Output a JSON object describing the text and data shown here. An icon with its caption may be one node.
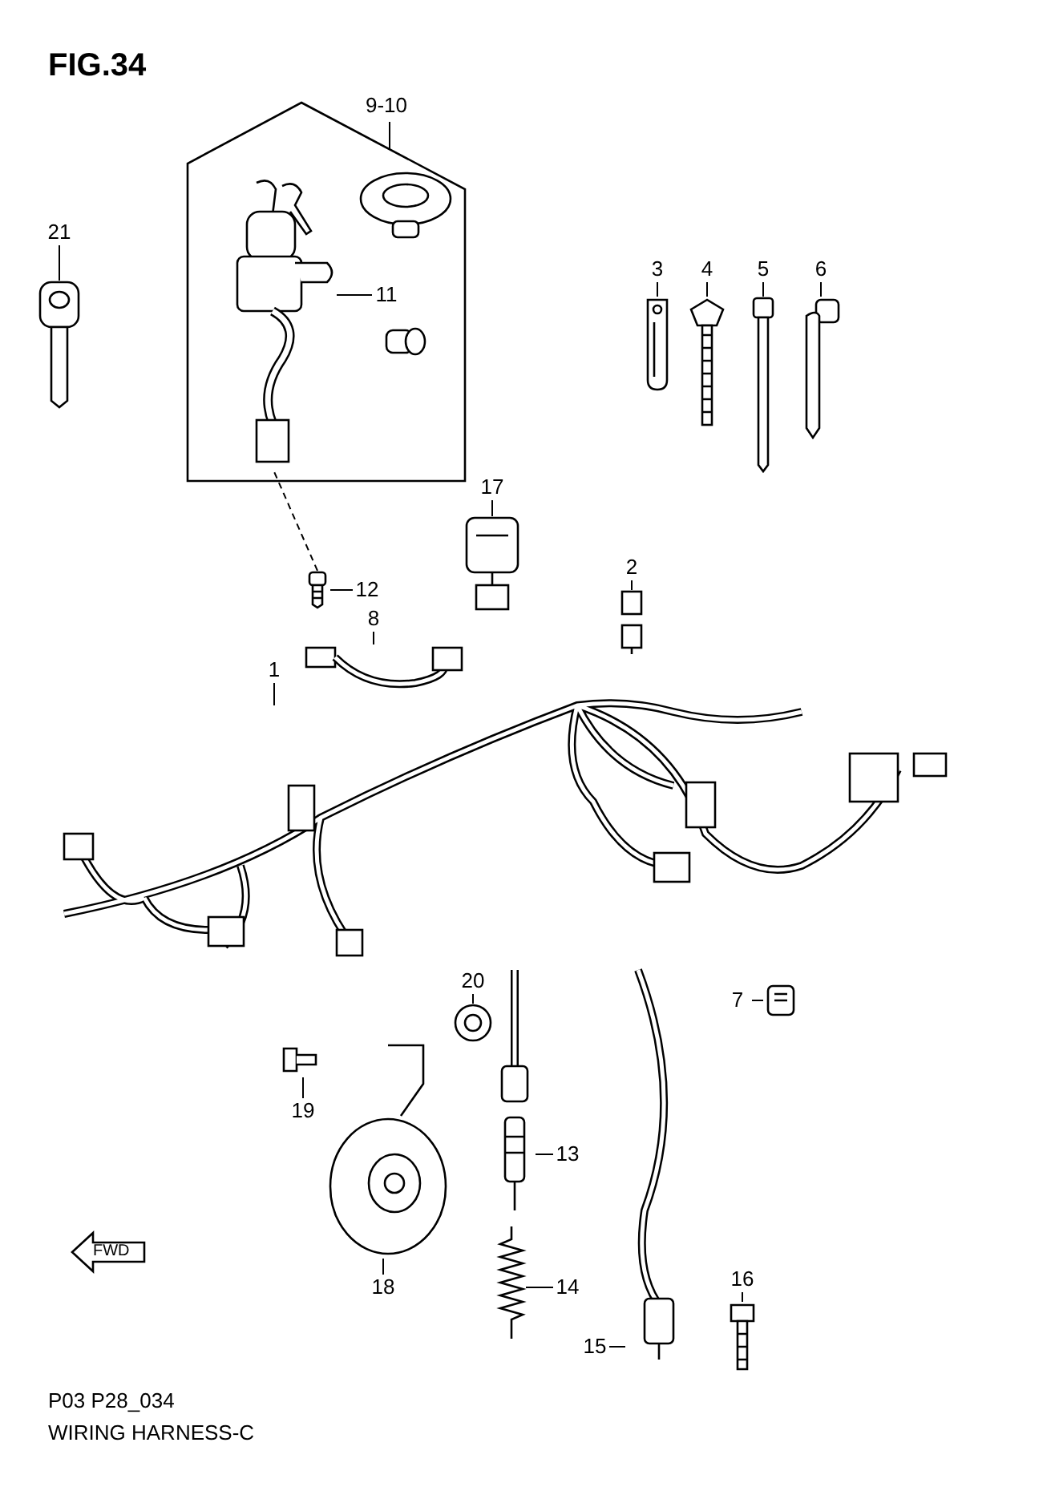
{
  "diagram": {
    "title": "FIG.34",
    "nodes": [
      {
        "text": [
          "9-10"
        ]
      },
      {
        "text": [],
        "shape": "box"
      },
      {
        "text": [
          "11"
        ],
        "in": 1
      },
      {
        "text": [],
        "shape": "picture",
        "in": 1
      },
      {
        "text": [
          "21"
        ]
      },
      {
        "text": [],
        "shape": "picture"
      },
      {
        "text": [
          "3"
        ]
      },
      {
        "text": [],
        "shape": "picture"
      },
      {
        "text": [
          "4"
        ]
      },
      {
        "text": [],
        "shape": "picture"
      },
      {
        "text": [
          "5"
        ]
      },
      {
        "text": [],
        "shape": "picture"
      },
      {
        "text": [
          "6"
        ]
      },
      {
        "text": [],
        "shape": "picture"
      },
      {
        "text": [
          "17"
        ]
      },
      {
        "text": [],
        "shape": "picture"
      },
      {
        "text": [
          "2"
        ]
      },
      {
        "text": [],
        "shape": "picture"
      },
      {
        "text": [
          "12"
        ]
      },
      {
        "text": [],
        "shape": "picture"
      },
      {
        "text": [
          "8"
        ]
      },
      {
        "text": [],
        "shape": "picture"
      },
      {
        "text": [
          "1"
        ]
      },
      {
        "text": [],
        "shape": "picture"
      },
      {
        "text": [
          "7"
        ]
      },
      {
        "text": [],
        "shape": "picture"
      },
      {
        "text": [
          "20"
        ]
      },
      {
        "text": [],
        "shape": "picture"
      },
      {
        "text": [
          "19"
        ]
      },
      {
        "text": [],
        "shape": "picture"
      },
      {
        "text": [
          "18"
        ]
      },
      {
        "text": [],
        "shape": "picture"
      },
      {
        "text": [
          "13"
        ]
      },
      {
        "text": [],
        "shape": "picture"
      },
      {
        "text": [
          "14"
        ]
      },
      {
        "text": [],
        "shape": "picture"
      },
      {
        "text": [
          "15"
        ]
      },
      {
        "text": [],
        "shape": "picture"
      },
      {
        "text": [
          "16"
        ]
      },
      {
        "text": [],
        "shape": "picture"
      }
    ],
    "edges": [
      {
        "from": 0,
        "to": 1,
        "arrow": "none"
      },
      {
        "from": 2,
        "to": 3,
        "arrow": "none"
      },
      {
        "from": 4,
        "to": 5,
        "arrow": "none"
      },
      {
        "from": 6,
        "to": 7,
        "arrow": "none"
      },
      {
        "from": 8,
        "to": 9,
        "arrow": "none"
      },
      {
        "from": 10,
        "to": 11,
        "arrow": "none"
      },
      {
        "from": 12,
        "to": 13,
        "arrow": "none"
      },
      {
        "from": 14,
        "to": 15,
        "arrow": "none"
      },
      {
        "from": 16,
        "to": 17,
        "arrow": "none"
      },
      {
        "from": 18,
        "to": 19,
        "arrow": "none"
      },
      {
        "from": 20,
        "to": 21,
        "arrow": "none"
      },
      {
        "from": 22,
        "to": 23,
        "arrow": "none"
      },
      {
        "from": 24,
        "to": 25,
        "arrow": "none"
      },
      {
        "from": 26,
        "to": 27,
        "arrow": "none"
      },
      {
        "from": 28,
        "to": 29,
        "arrow": "none"
      },
      {
        "from": 30,
        "to": 31,
        "arrow": "none"
      },
      {
        "from": 32,
        "to": 33,
        "arrow": "none"
      },
      {
        "from": 34,
        "to": 35,
        "arrow": "none"
      },
      {
        "from": 36,
        "to": 37,
        "arrow": "none"
      },
      {
        "from": 38,
        "to": 39,
        "arrow": "none"
      },
      {
        "from": 19,
        "to": 3,
        "arrow": "none",
        "style": "dashed"
      }
    ],
    "labels": [
      "FWD",
      "P03 P28_034",
      "WIRING HARNESS-C"
    ]
  }
}
